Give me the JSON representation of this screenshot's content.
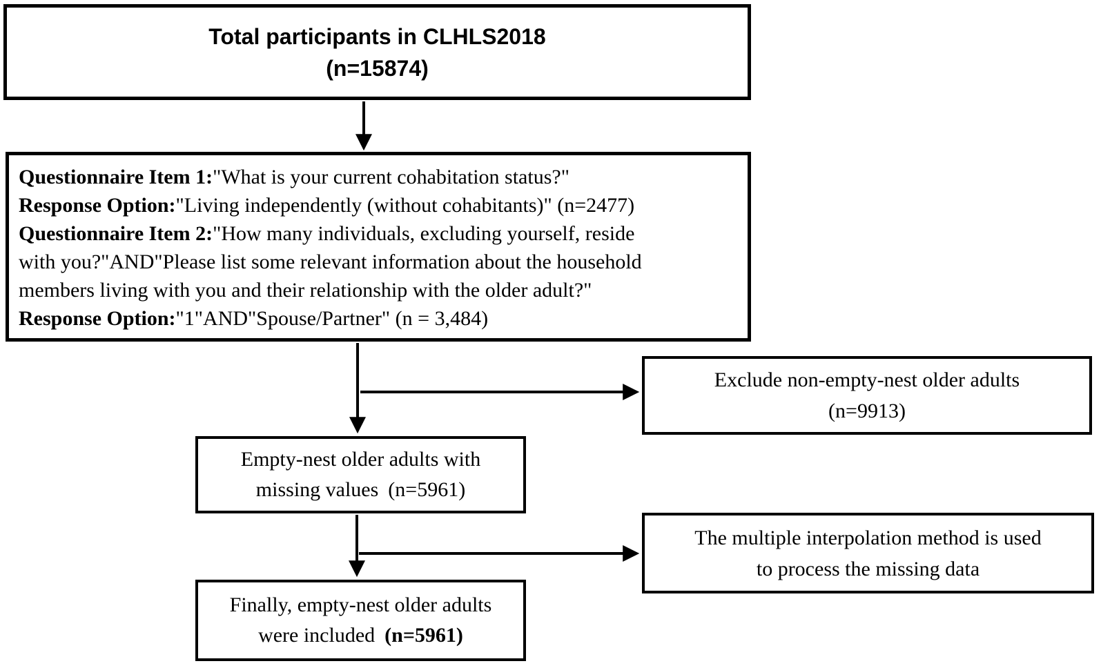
{
  "boxes": {
    "total": {
      "line1": "Total participants in CLHLS2018",
      "line2": "(n=15874)"
    },
    "questionnaire": {
      "items": [
        {
          "label": "Questionnaire Item 1:",
          "text": "\"What is your current cohabitation status?\""
        },
        {
          "label": "Response Option:",
          "text": "\"Living independently (without cohabitants)\" (n=2477)"
        },
        {
          "label": "Questionnaire Item 2:",
          "text": "\"How many individuals, excluding yourself, reside\nwith you?\"AND\"Please list some relevant information about the household\nmembers living with you and their relationship with the older adult?\""
        },
        {
          "label": "Response Option:",
          "text": "\"1\"AND\"Spouse/Partner\" (n = 3,484)"
        }
      ]
    },
    "exclude": {
      "line1": "Exclude non-empty-nest older adults",
      "line2": "(n=9913)"
    },
    "missing": {
      "line1": "Empty-nest older adults with",
      "line2_text": "missing values",
      "line2_n": "(n=5961)"
    },
    "interpolation": {
      "line1": "The multiple interpolation method is used",
      "line2": "to process the missing data"
    },
    "final": {
      "line1": "Finally, empty-nest older adults",
      "line2_text": "were included",
      "line2_n": "(n=5961)"
    }
  },
  "colors": {
    "line": "#000000",
    "background": "#ffffff"
  }
}
